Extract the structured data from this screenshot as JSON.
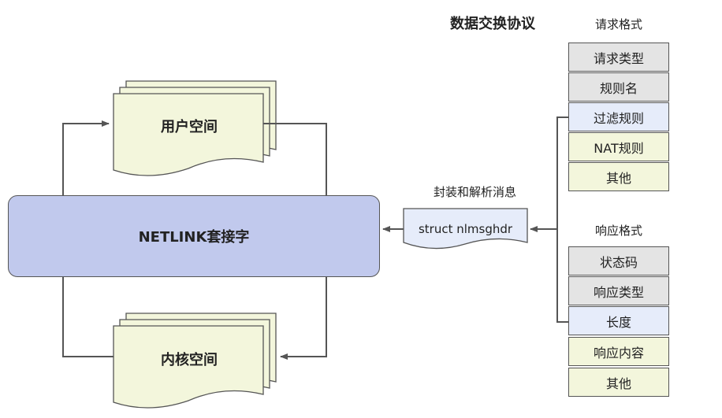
{
  "title": "数据交换协议",
  "netlink_label": "NETLINK套接字",
  "user_space_label": "用户空间",
  "kernel_space_label": "内核空间",
  "encap_caption": "封装和解析消息",
  "struct_label": "struct nlmsghdr",
  "request": {
    "caption": "请求格式",
    "fields": [
      {
        "label": "请求类型",
        "color": "#e4e4e4"
      },
      {
        "label": "规则名",
        "color": "#e4e4e4"
      },
      {
        "label": "过滤规则",
        "color": "#e6ecfa"
      },
      {
        "label": "NAT规则",
        "color": "#f3f6dc"
      },
      {
        "label": "其他",
        "color": "#f3f6dc"
      }
    ]
  },
  "response": {
    "caption": "响应格式",
    "fields": [
      {
        "label": "状态码",
        "color": "#e4e4e4"
      },
      {
        "label": "响应类型",
        "color": "#e4e4e4"
      },
      {
        "label": "长度",
        "color": "#e6ecfa"
      },
      {
        "label": "响应内容",
        "color": "#f3f6dc"
      },
      {
        "label": "其他",
        "color": "#f3f6dc"
      }
    ]
  },
  "colors": {
    "netlink_fill": "#c1c9ed",
    "doc_fill": "#f3f6dc",
    "struct_fill": "#e6ecfa",
    "line": "#555555"
  }
}
